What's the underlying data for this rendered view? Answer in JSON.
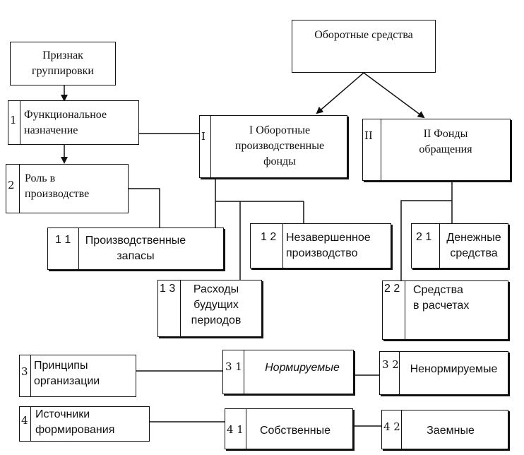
{
  "nodes": {
    "root": "Оборотные средства",
    "grouping": "Признак\nгруппировки",
    "criterion_1": {
      "num": "1",
      "label": "Функциональное\nназначение"
    },
    "criterion_2": {
      "num": "2",
      "label": "Роль в\nпроизводстве"
    },
    "criterion_3": {
      "num": "3",
      "label": "Принципы\nорганизации"
    },
    "criterion_4": {
      "num": "4",
      "label": "Источники\nформирования"
    },
    "group_1": {
      "num": "I",
      "label": "I Оборотные\nпроизводственные\nфонды"
    },
    "group_2": {
      "num": "II",
      "label": "II Фонды\nобращения"
    },
    "item_1_1": {
      "num": "1 1",
      "label": "Производственные\nзапасы"
    },
    "item_1_2": {
      "num": "1 2",
      "label": "Незавершенное\nпроизводство"
    },
    "item_1_3": {
      "num": "1 3",
      "label": "Расходы\nбудущих\nпериодов"
    },
    "item_2_1": {
      "num": "2 1",
      "label": "Денежные\nсредства"
    },
    "item_2_2": {
      "num": "2 2",
      "label": "Средства\nв расчетах"
    },
    "item_3_1": {
      "num": "3 1",
      "label": "Нормируемые"
    },
    "item_3_2": {
      "num": "3 2",
      "label": "Ненормируемые"
    },
    "item_4_1": {
      "num": "4 1",
      "label": "Собственные"
    },
    "item_4_2": {
      "num": "4 2",
      "label": "Заемные"
    }
  }
}
